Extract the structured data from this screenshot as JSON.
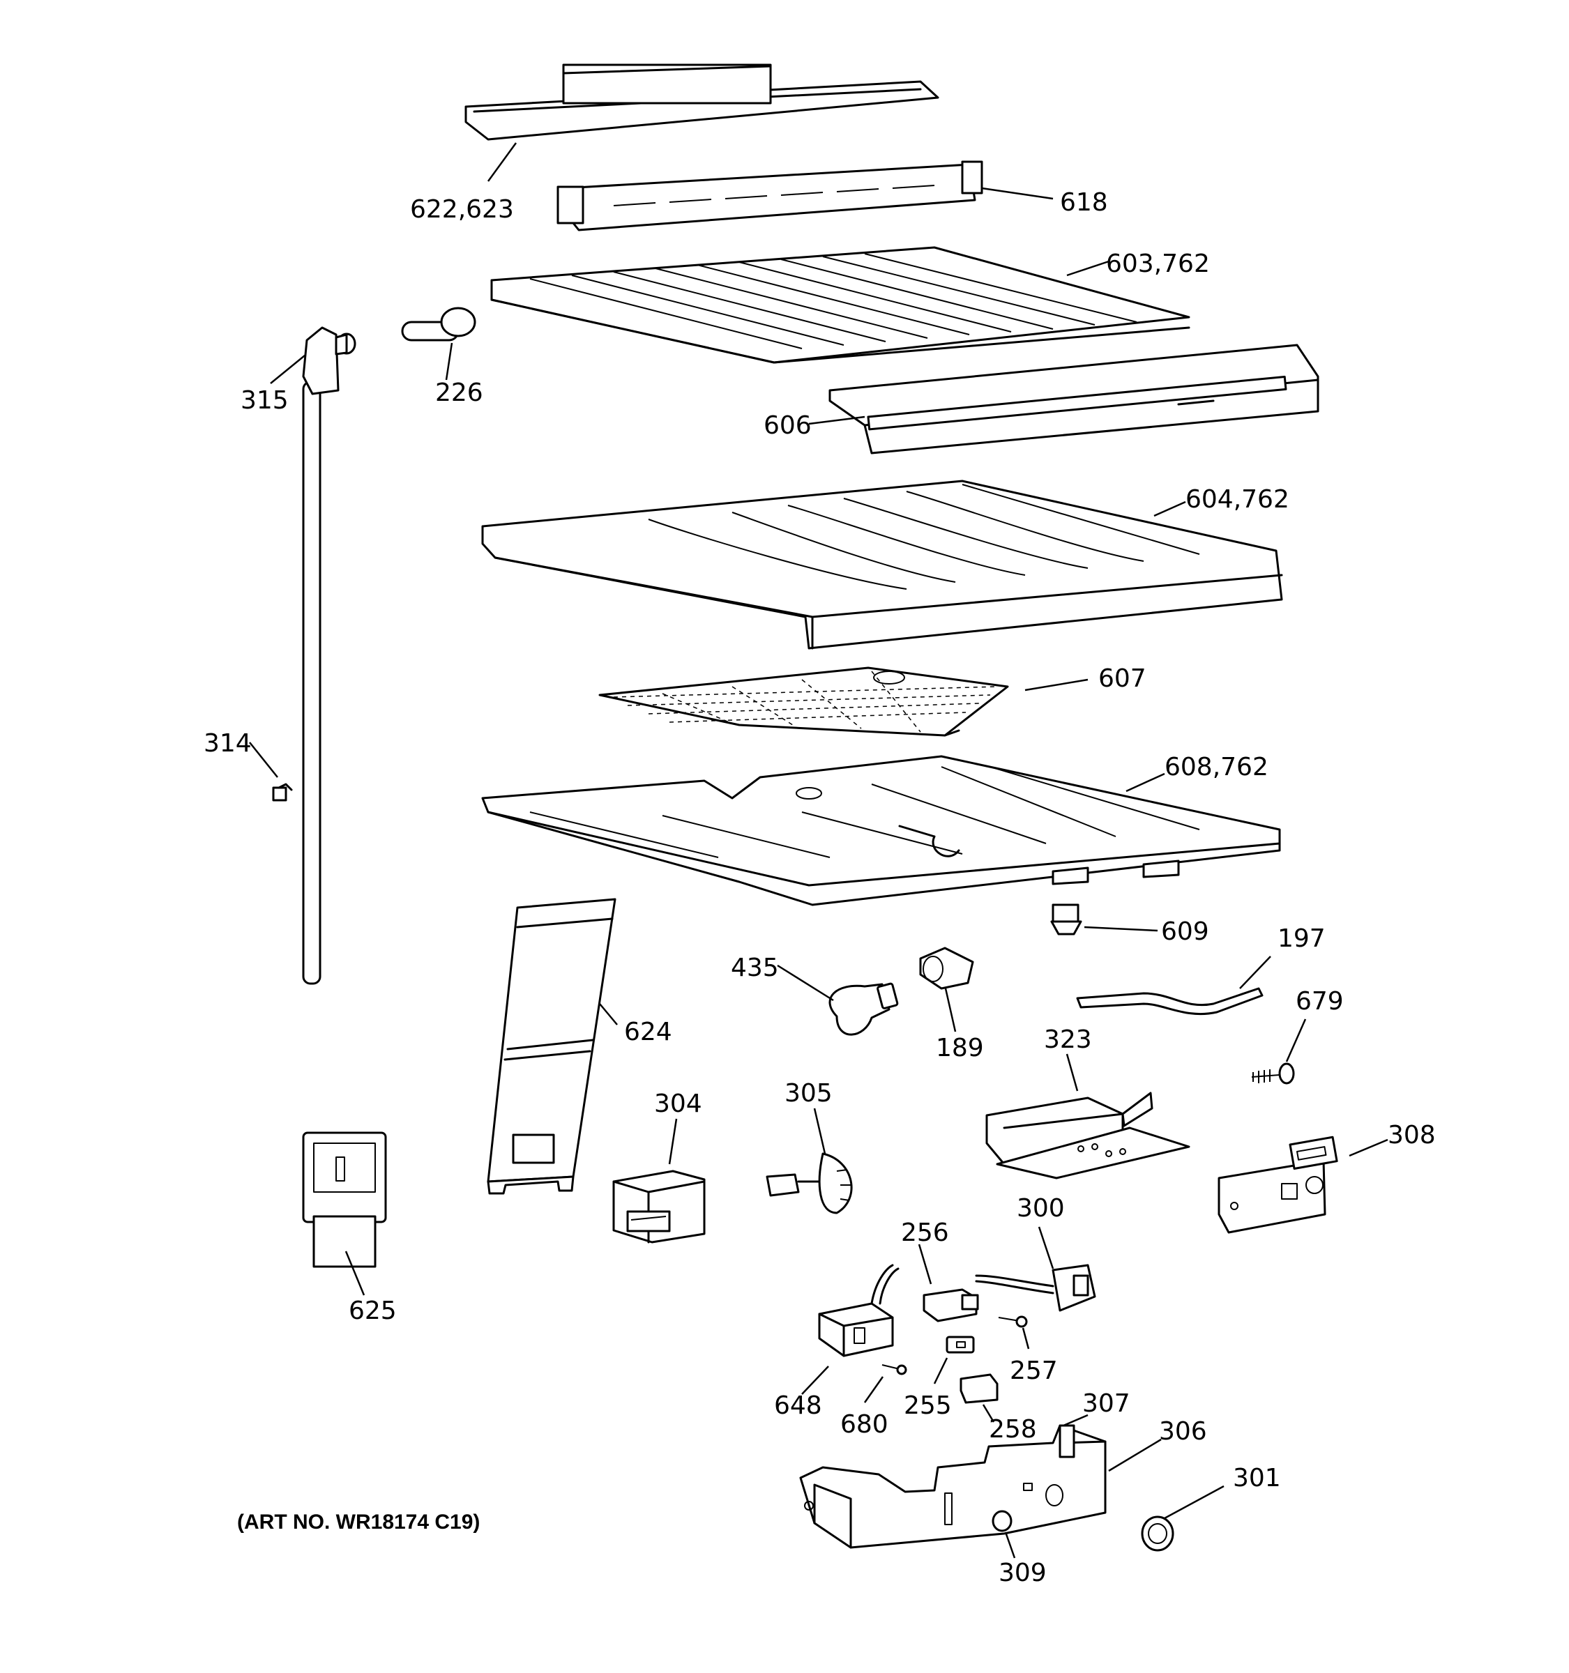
{
  "diagram": {
    "art_number": "(ART NO. WR18174 C19)",
    "callouts": [
      {
        "id": "622-623",
        "text": "622,623"
      },
      {
        "id": "618",
        "text": "618"
      },
      {
        "id": "603-762",
        "text": "603,762"
      },
      {
        "id": "226",
        "text": "226"
      },
      {
        "id": "315",
        "text": "315"
      },
      {
        "id": "606",
        "text": "606"
      },
      {
        "id": "604-762",
        "text": "604,762"
      },
      {
        "id": "607",
        "text": "607"
      },
      {
        "id": "314",
        "text": "314"
      },
      {
        "id": "608-762",
        "text": "608,762"
      },
      {
        "id": "609",
        "text": "609"
      },
      {
        "id": "197",
        "text": "197"
      },
      {
        "id": "435",
        "text": "435"
      },
      {
        "id": "189",
        "text": "189"
      },
      {
        "id": "624",
        "text": "624"
      },
      {
        "id": "679",
        "text": "679"
      },
      {
        "id": "323",
        "text": "323"
      },
      {
        "id": "304",
        "text": "304"
      },
      {
        "id": "305",
        "text": "305"
      },
      {
        "id": "308",
        "text": "308"
      },
      {
        "id": "625",
        "text": "625"
      },
      {
        "id": "256",
        "text": "256"
      },
      {
        "id": "300",
        "text": "300"
      },
      {
        "id": "257",
        "text": "257"
      },
      {
        "id": "648",
        "text": "648"
      },
      {
        "id": "680",
        "text": "680"
      },
      {
        "id": "255",
        "text": "255"
      },
      {
        "id": "258",
        "text": "258"
      },
      {
        "id": "307",
        "text": "307"
      },
      {
        "id": "306",
        "text": "306"
      },
      {
        "id": "301",
        "text": "301"
      },
      {
        "id": "309",
        "text": "309"
      }
    ]
  }
}
